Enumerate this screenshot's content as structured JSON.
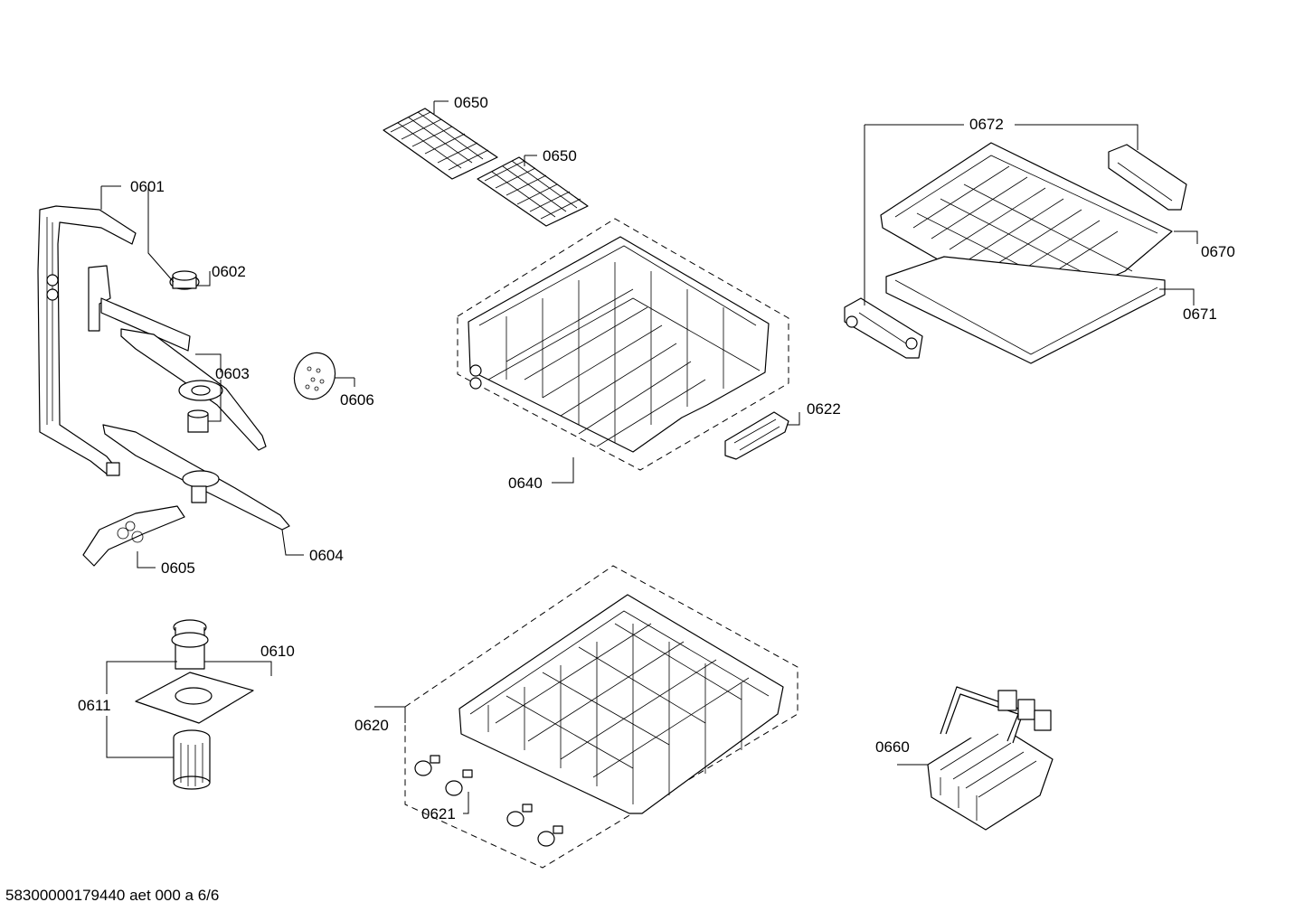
{
  "labels": {
    "p0601": "0601",
    "p0602": "0602",
    "p0603": "0603",
    "p0604": "0604",
    "p0605": "0605",
    "p0606": "0606",
    "p0610": "0610",
    "p0611": "0611",
    "p0620": "0620",
    "p0621": "0621",
    "p0622": "0622",
    "p0640": "0640",
    "p0650a": "0650",
    "p0650b": "0650",
    "p0660": "0660",
    "p0670": "0670",
    "p0671": "0671",
    "p0672": "0672"
  },
  "footer": "58300000179440 aet 000 a 6/6"
}
